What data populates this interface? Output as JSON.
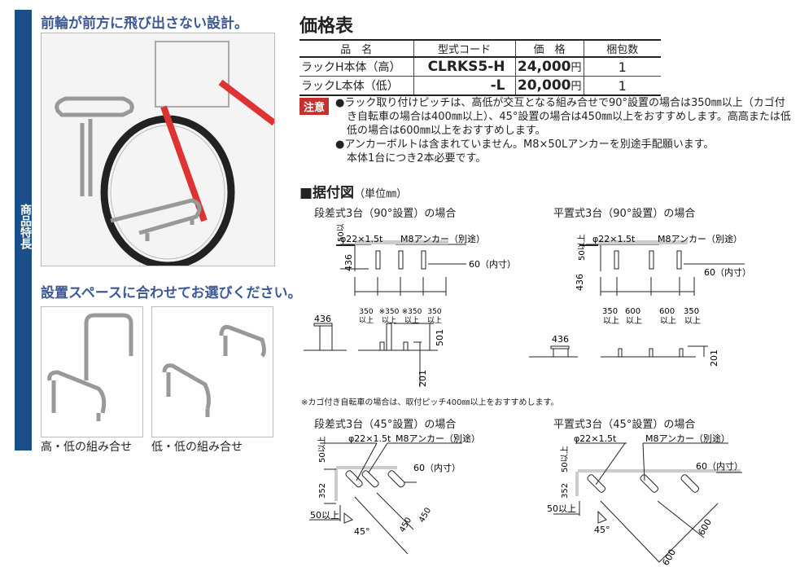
{
  "left": {
    "side_label": "商品特長",
    "heading1": "前輪が前方に飛び出さない設計。",
    "heading2": "設置スペースに合わせてお選びください。",
    "captions": [
      "高・低の組み合せ",
      "低・低の組み合せ"
    ]
  },
  "price": {
    "title": "価格表",
    "headers": [
      "品　名",
      "型式コード",
      "価　格",
      "梱包数"
    ],
    "rows": [
      {
        "name": "ラックH本体（高）",
        "code": "CLRKS5-H",
        "price": "24,000",
        "unit": "円",
        "qty": "1"
      },
      {
        "name": "ラックL本体（低）",
        "code": "-L",
        "price": "20,000",
        "unit": "円",
        "qty": "1"
      }
    ]
  },
  "notes": {
    "badge": "注意",
    "items": [
      "●ラック取り付けピッチは、高低が交互となる組み合せで90°設置の場合は350㎜以上（カゴ付き自転車の場合は400㎜以上）、45°設置の場合は450㎜以上をおすすめします。高高または低低の場合は600㎜以上をおすすめします。",
      "●アンカーボルトは含まれていません。M8×50Lアンカーを別途手配願います。"
    ],
    "sub": "本体1台につき2本必要です。"
  },
  "install": {
    "title": "■据付図",
    "unit": "（単位㎜）",
    "pipe": "φ22×1.5t",
    "anchor": "M8アンカー（別途）",
    "inner": "60（内寸）",
    "min50": "50以上",
    "d436": "436",
    "d352": "352",
    "d501": "501",
    "d201": "201",
    "angle": "45°",
    "ijou": "以上",
    "d1_title": "段差式3台（90°設置）の場合",
    "d1_dims": [
      "350",
      "※350",
      "※350",
      "350"
    ],
    "d2_title": "平置式3台（90°設置）の場合",
    "d2_dims": [
      "350",
      "600",
      "600",
      "350"
    ],
    "footnote": "※カゴ付き自転車の場合は、取付ピッチ400㎜以上をおすすめします。",
    "d3_title": "段差式3台（45°設置）の場合",
    "d3_dims": [
      "450",
      "450"
    ],
    "d4_title": "平置式3台（45°設置）の場合",
    "d4_dims": [
      "600",
      "600"
    ]
  }
}
